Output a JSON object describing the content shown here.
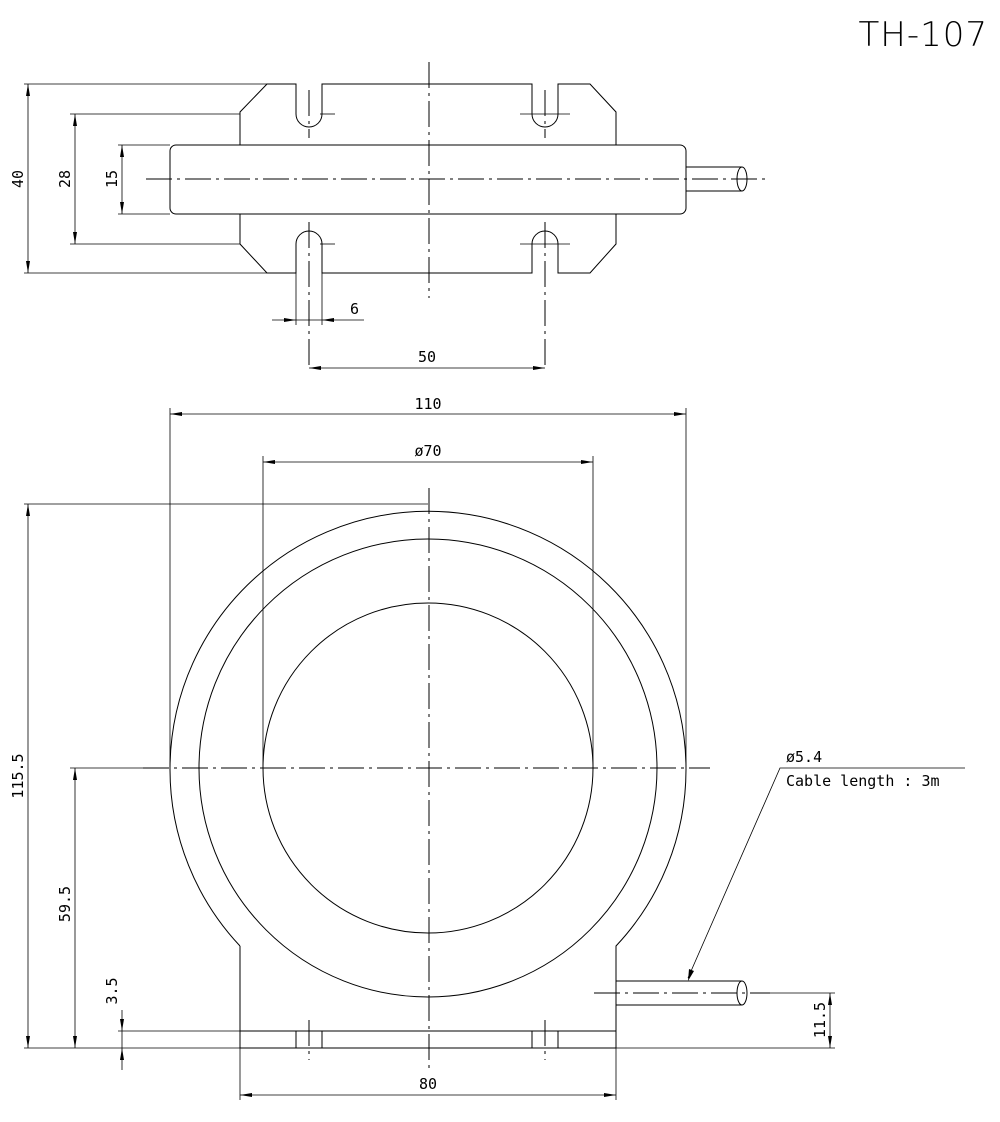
{
  "drawing": {
    "title": "TH-107",
    "top_view": {
      "dim_height_outer": "40",
      "dim_height_slots": "28",
      "dim_height_body": "15",
      "dim_slot_width": "6",
      "dim_slot_spacing": "50"
    },
    "front_view": {
      "dim_width_overall": "110",
      "dim_bore_diameter": "ø70",
      "dim_height_overall": "115.5",
      "dim_center_height": "59.5",
      "dim_base_thickness": "3.5",
      "dim_base_width": "80",
      "dim_cable_height": "11.5",
      "cable_diameter": "ø5.4",
      "cable_length": "Cable length : 3m"
    }
  }
}
